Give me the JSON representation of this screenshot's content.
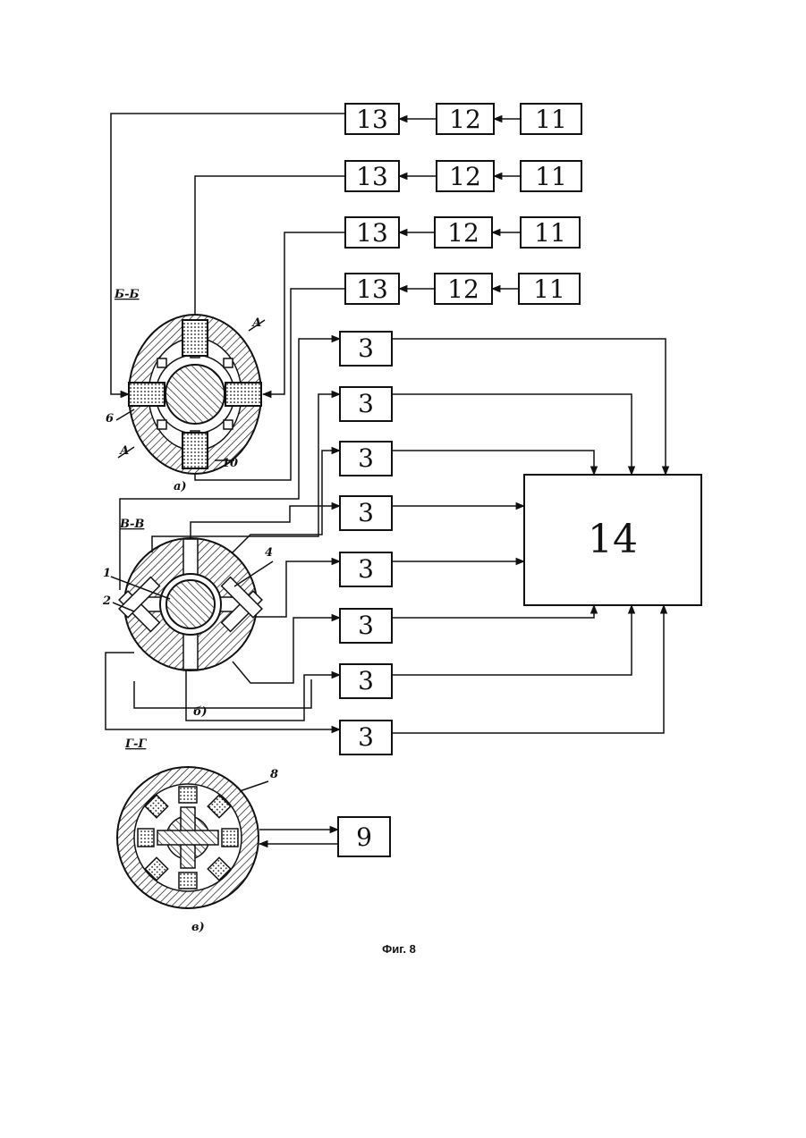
{
  "caption": "Фиг. 8",
  "top_rows": [
    {
      "labels": [
        "13",
        "12",
        "11"
      ]
    },
    {
      "labels": [
        "13",
        "12",
        "11"
      ]
    },
    {
      "labels": [
        "13",
        "12",
        "11"
      ]
    },
    {
      "labels": [
        "13",
        "12",
        "11"
      ]
    }
  ],
  "sensor_blocks": [
    "3",
    "3",
    "3",
    "3",
    "3",
    "3",
    "3",
    "3"
  ],
  "processor_label": "14",
  "bottom_block_label": "9",
  "sections": {
    "a": {
      "title": "Б-Б",
      "sub": "а)",
      "callouts": [
        "6",
        "10"
      ],
      "arrow_mark": "А"
    },
    "b": {
      "title": "В-В",
      "sub": "б)",
      "callouts": [
        "1",
        "2",
        "4"
      ]
    },
    "c": {
      "title": "Г-Г",
      "sub": "в)",
      "callouts": [
        "8"
      ]
    }
  },
  "colors": {
    "ink": "#111111",
    "paper": "#ffffff"
  }
}
